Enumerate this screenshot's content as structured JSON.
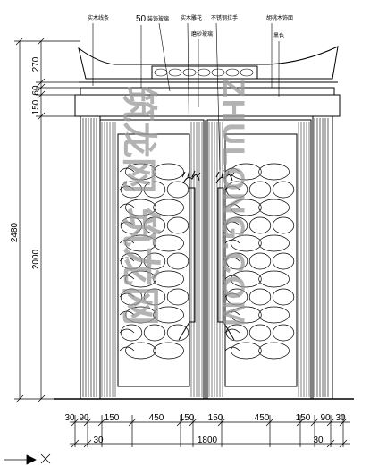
{
  "callouts": [
    {
      "id": "c1",
      "text": "实木线条"
    },
    {
      "id": "c2",
      "text": "50"
    },
    {
      "id": "c3",
      "text": "装饰玻璃"
    },
    {
      "id": "c4",
      "text": "实木雕花"
    },
    {
      "id": "c5",
      "text": "不锈钢拉手"
    },
    {
      "id": "c6",
      "text": "磨砂玻璃"
    },
    {
      "id": "c7",
      "text": "胡桃木饰面"
    },
    {
      "id": "c8",
      "text": "黑色"
    }
  ],
  "left_dims": {
    "total": "2480",
    "d270": "270",
    "d60": "60",
    "d150": "150",
    "d2000": "2000"
  },
  "bottom_dims": {
    "row1": [
      "30",
      "90",
      "150",
      "450",
      "150",
      "150",
      "450",
      "150",
      "90",
      "30"
    ],
    "left30": "30",
    "total": "1800",
    "right30": "30"
  },
  "watermark": {
    "vertical": "ZHULONG.COM",
    "chinese": "筑龙网"
  },
  "colors": {
    "line": "#000000",
    "watermark": "#9a9a9a"
  }
}
